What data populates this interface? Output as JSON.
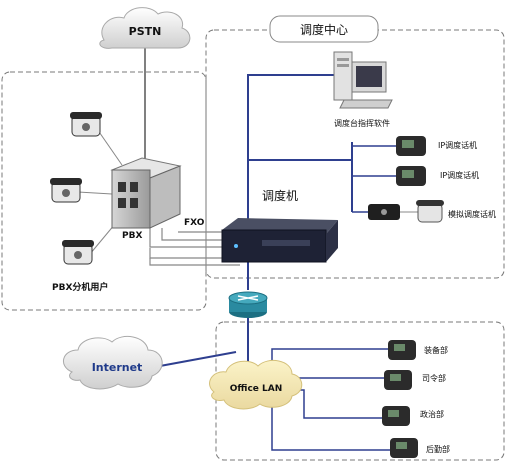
{
  "nodes": {
    "pstn": "PSTN",
    "dispatch_center": "调度中心",
    "dispatch_software": "调度台指挥软件",
    "dispatcher": "调度机",
    "ip_phone_1": "IP调度话机",
    "ip_phone_2": "IP调度话机",
    "analog_phone": "模拟调度话机",
    "pbx": "PBX",
    "fxo": "FXO",
    "pbx_users": "PBX分机用户",
    "internet": "Internet",
    "office_lan": "Office LAN",
    "dept_1": "装备部",
    "dept_2": "司令部",
    "dept_3": "政治部",
    "dept_4": "后勤部"
  },
  "colors": {
    "line_blue": "#2e3f8f",
    "line_gray": "#8a8a8a",
    "dash_border": "#7a7a7a",
    "router": "#2a8aa0",
    "internet_cloud": "#1f3a8a",
    "lan_cloud": "#f3e7a8"
  }
}
